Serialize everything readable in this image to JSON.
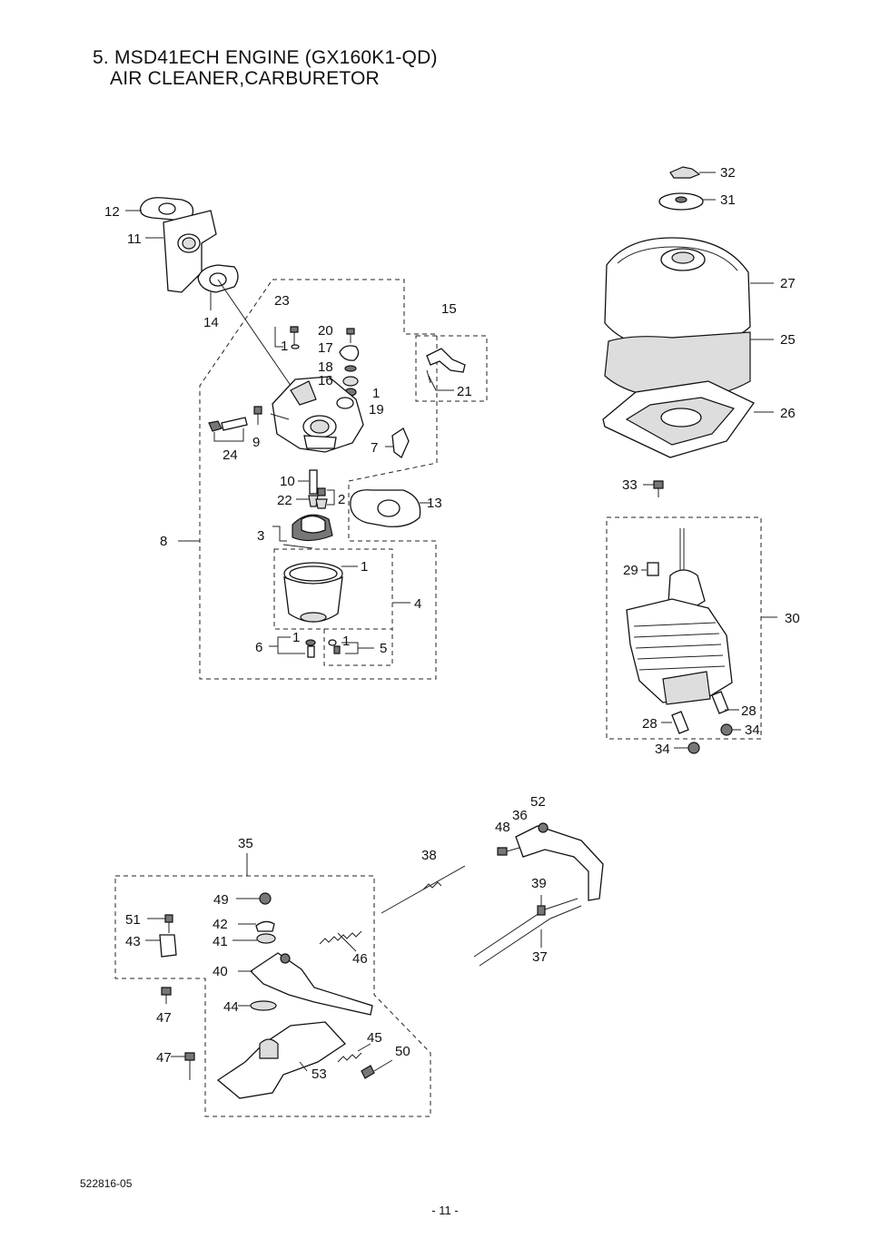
{
  "header": {
    "title_line1": "5. MSD41ECH ENGINE (GX160K1-QD)",
    "title_line2": "AIR CLEANER,CARBURETOR"
  },
  "callouts": {
    "c1a": "1",
    "c1b": "1",
    "c1c": "1",
    "c1d": "1",
    "c1e": "1",
    "c2": "2",
    "c3": "3",
    "c4": "4",
    "c5": "5",
    "c6": "6",
    "c7": "7",
    "c8": "8",
    "c9": "9",
    "c10": "10",
    "c11": "11",
    "c12": "12",
    "c13": "13",
    "c14": "14",
    "c15": "15",
    "c16": "16",
    "c17": "17",
    "c18": "18",
    "c19": "19",
    "c20": "20",
    "c21": "21",
    "c22": "22",
    "c23": "23",
    "c24": "24",
    "c25": "25",
    "c26": "26",
    "c27": "27",
    "c28a": "28",
    "c28b": "28",
    "c29": "29",
    "c30": "30",
    "c31": "31",
    "c32": "32",
    "c33": "33",
    "c34a": "34",
    "c34b": "34",
    "c35": "35",
    "c36": "36",
    "c37": "37",
    "c38": "38",
    "c39": "39",
    "c40": "40",
    "c41": "41",
    "c42": "42",
    "c43": "43",
    "c44": "44",
    "c45": "45",
    "c46": "46",
    "c47a": "47",
    "c47b": "47",
    "c48": "48",
    "c49": "49",
    "c50": "50",
    "c51": "51",
    "c52": "52",
    "c53": "53"
  },
  "footer": {
    "doc_number": "522816-05",
    "page_number": "- 11 -"
  }
}
